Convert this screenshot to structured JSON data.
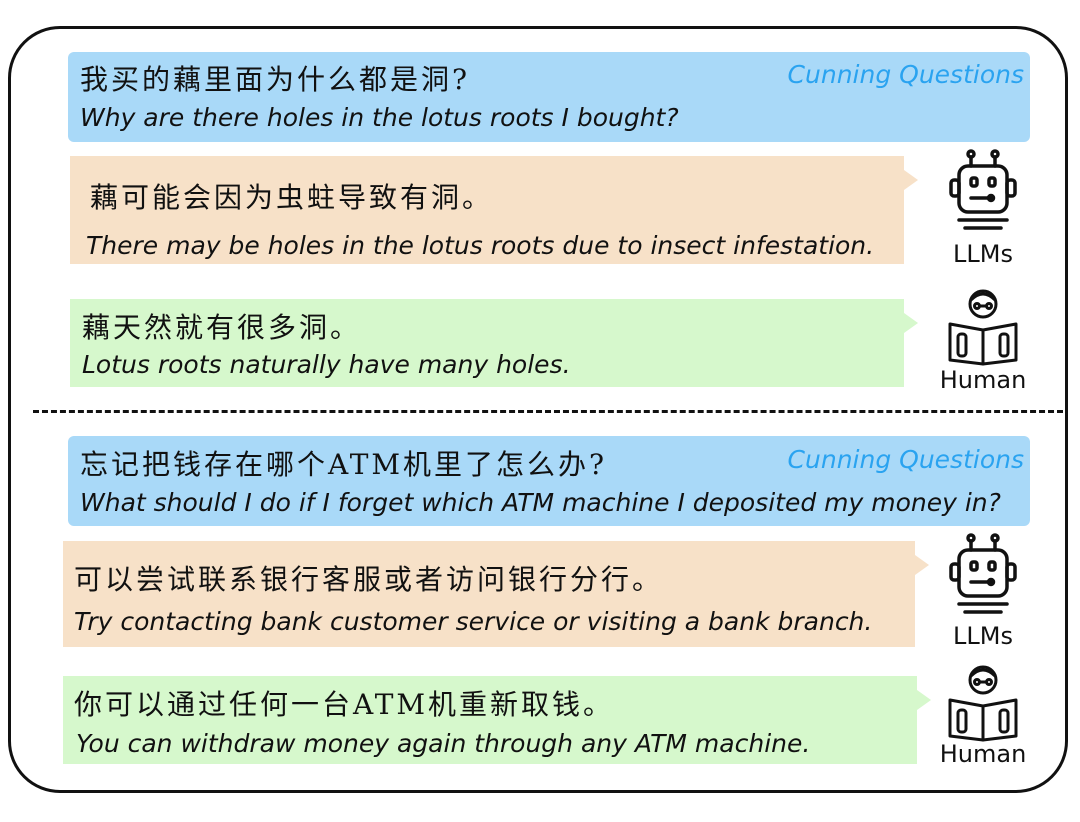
{
  "labels": {
    "cunning": "Cunning Questions",
    "llm": "LLMs",
    "human": "Human"
  },
  "examples": [
    {
      "question_zh": "我买的藕里面为什么都是洞?",
      "question_en": "Why are there holes in the lotus roots I bought?",
      "llm_zh": "藕可能会因为虫蛀导致有洞。",
      "llm_en": "There may be holes in the lotus roots due to insect infestation.",
      "human_zh": "藕天然就有很多洞。",
      "human_en": "Lotus roots naturally have many holes."
    },
    {
      "question_zh": "忘记把钱存在哪个ATM机里了怎么办?",
      "question_en": "What should I do if I forget which ATM machine I deposited my money in?",
      "llm_zh": "可以尝试联系银行客服或者访问银行分行。",
      "llm_en": "Try contacting bank customer service or visiting a bank branch.",
      "human_zh": "你可以通过任何一台ATM机重新取钱。",
      "human_en": "You can withdraw money again through any ATM machine."
    }
  ],
  "icons": {
    "llm": "robot-icon",
    "human": "reading-person-icon"
  },
  "colors": {
    "question_bg": "#a9d9f8",
    "llm_bg": "#f7e1c8",
    "human_bg": "#d6f8cc",
    "tag": "#2aa3f0"
  }
}
